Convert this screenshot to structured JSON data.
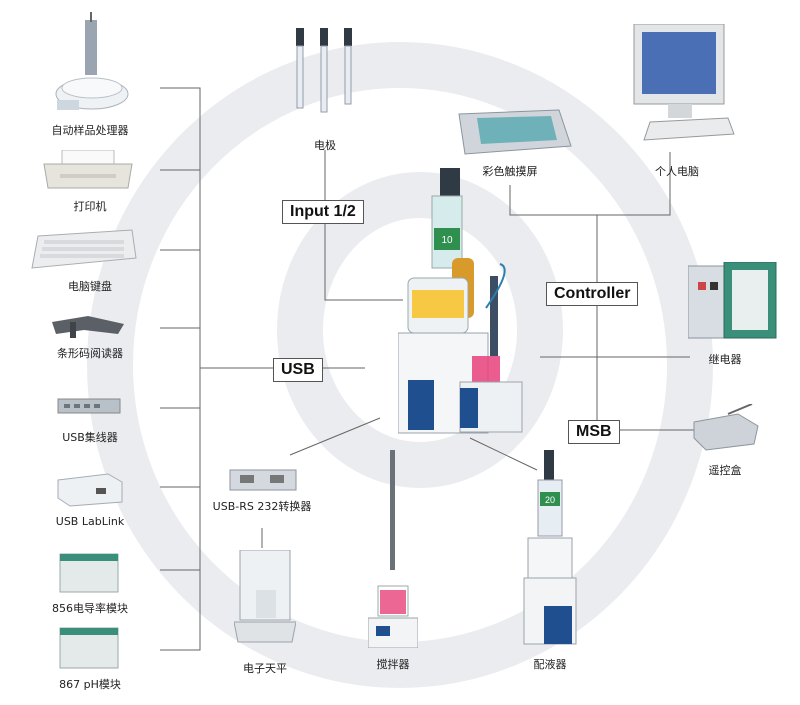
{
  "hubs": {
    "input": "Input 1/2",
    "usb": "USB",
    "controller": "Controller",
    "msb": "MSB"
  },
  "devices": {
    "sample_processor": "自动样品处理器",
    "printer": "打印机",
    "keyboard": "电脑键盘",
    "barcode_reader": "条形码阅读器",
    "usb_hub": "USB集线器",
    "usb_lablink": "USB LabLink",
    "conductivity_module": "856电导率模块",
    "ph_module": "867 pH模块",
    "electrodes": "电极",
    "touch_screen": "彩色触摸屏",
    "pc": "个人电脑",
    "relay": "继电器",
    "remote_box": "遥控盒",
    "usb_rs232": "USB-RS 232转换器",
    "balance": "电子天平",
    "stirrer": "搅拌器",
    "dosino": "配液器"
  },
  "main_unit": {
    "bottle_label_left": "10",
    "bottle_label_right": "20"
  },
  "colors": {
    "line": "#666666",
    "device_body": "#dfe6ec",
    "module_green": "#3a8f7a",
    "titrator_blue": "#1f4f8f",
    "sample_pink": "#e8417a"
  }
}
